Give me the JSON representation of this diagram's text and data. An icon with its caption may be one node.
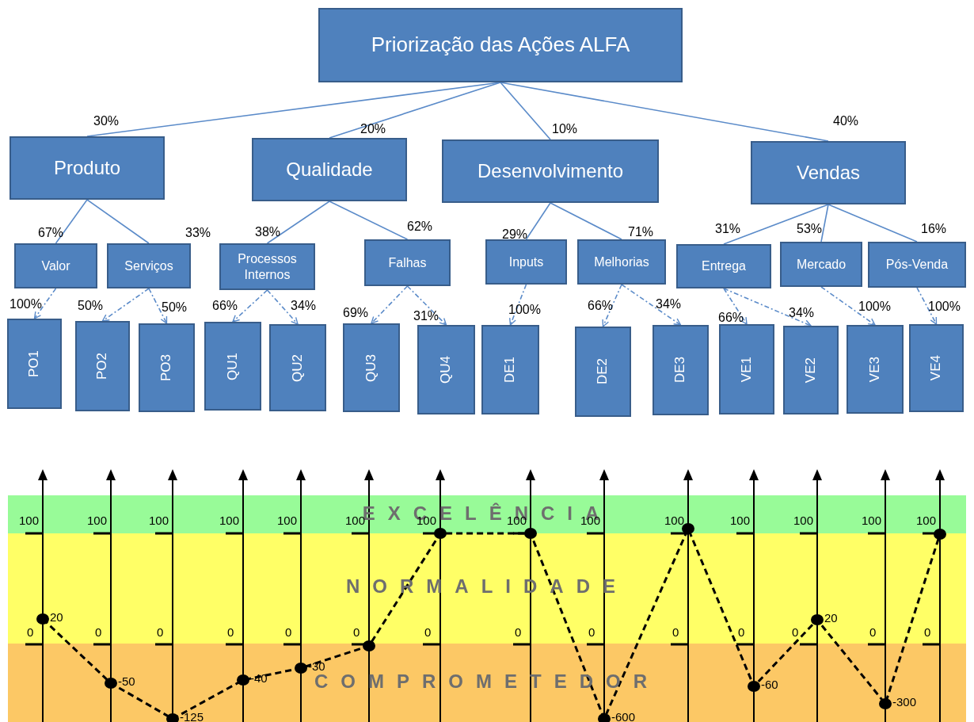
{
  "diagram": {
    "nodes": [
      {
        "text": [
          "Priorização das Ações ALFA"
        ]
      },
      {
        "text": [
          "Produto"
        ]
      },
      {
        "text": [
          "Qualidade"
        ]
      },
      {
        "text": [
          "Desenvolvimento"
        ]
      },
      {
        "text": [
          "Vendas"
        ]
      },
      {
        "text": [
          "Valor"
        ]
      },
      {
        "text": [
          "Serviços"
        ]
      },
      {
        "text": [
          "Processos Internos"
        ]
      },
      {
        "text": [
          "Falhas"
        ]
      },
      {
        "text": [
          "Inputs"
        ]
      },
      {
        "text": [
          "Melhorias"
        ]
      },
      {
        "text": [
          "Entrega"
        ]
      },
      {
        "text": [
          "Mercado"
        ]
      },
      {
        "text": [
          "Pós-Venda"
        ]
      },
      {
        "text": [
          "PO1"
        ]
      },
      {
        "text": [
          "PO2"
        ]
      },
      {
        "text": [
          "PO3"
        ]
      },
      {
        "text": [
          "QU1"
        ]
      },
      {
        "text": [
          "QU2"
        ]
      },
      {
        "text": [
          "QU3"
        ]
      },
      {
        "text": [
          "QU4"
        ]
      },
      {
        "text": [
          "DE1"
        ]
      },
      {
        "text": [
          "DE2"
        ]
      },
      {
        "text": [
          "DE3"
        ]
      },
      {
        "text": [
          "VE1"
        ]
      },
      {
        "text": [
          "VE2"
        ]
      },
      {
        "text": [
          "VE3"
        ]
      },
      {
        "text": [
          "VE4"
        ]
      }
    ],
    "edges": [
      {
        "from": 0,
        "to": 1,
        "arrow": "none",
        "label": "30%"
      },
      {
        "from": 0,
        "to": 2,
        "arrow": "none",
        "label": "20%"
      },
      {
        "from": 0,
        "to": 3,
        "arrow": "none",
        "label": "10%"
      },
      {
        "from": 0,
        "to": 4,
        "arrow": "none",
        "label": "40%"
      },
      {
        "from": 1,
        "to": 5,
        "arrow": "none",
        "label": "67%"
      },
      {
        "from": 1,
        "to": 6,
        "arrow": "none",
        "label": "33%"
      },
      {
        "from": 2,
        "to": 7,
        "arrow": "none",
        "label": "38%"
      },
      {
        "from": 2,
        "to": 8,
        "arrow": "none",
        "label": "62%"
      },
      {
        "from": 3,
        "to": 9,
        "arrow": "none",
        "label": "29%"
      },
      {
        "from": 3,
        "to": 10,
        "arrow": "none",
        "label": "71%"
      },
      {
        "from": 4,
        "to": 11,
        "arrow": "none",
        "label": "31%"
      },
      {
        "from": 4,
        "to": 12,
        "arrow": "none",
        "label": "53%"
      },
      {
        "from": 4,
        "to": 13,
        "arrow": "none",
        "label": "16%"
      },
      {
        "from": 5,
        "to": 14,
        "arrow": "to",
        "style": "dashed",
        "label": "100%"
      },
      {
        "from": 6,
        "to": 15,
        "arrow": "to",
        "style": "dashed",
        "label": "50%"
      },
      {
        "from": 6,
        "to": 16,
        "arrow": "to",
        "style": "dashed",
        "label": "50%"
      },
      {
        "from": 7,
        "to": 17,
        "arrow": "to",
        "style": "dashed",
        "label": "66%"
      },
      {
        "from": 7,
        "to": 18,
        "arrow": "to",
        "style": "dashed",
        "label": "34%"
      },
      {
        "from": 8,
        "to": 19,
        "arrow": "to",
        "style": "dashed",
        "label": "69%"
      },
      {
        "from": 8,
        "to": 20,
        "arrow": "to",
        "style": "dashed",
        "label": "31%"
      },
      {
        "from": 9,
        "to": 21,
        "arrow": "to",
        "style": "dashed",
        "label": "100%"
      },
      {
        "from": 10,
        "to": 22,
        "arrow": "to",
        "style": "dashed",
        "label": "66%"
      },
      {
        "from": 10,
        "to": 23,
        "arrow": "to",
        "style": "dashed",
        "label": "34%"
      },
      {
        "from": 11,
        "to": 24,
        "arrow": "to",
        "style": "dashed",
        "label": "66%"
      },
      {
        "from": 11,
        "to": 25,
        "arrow": "to",
        "style": "dashed",
        "label": "34%"
      },
      {
        "from": 12,
        "to": 26,
        "arrow": "to",
        "style": "dashed",
        "label": "100%"
      },
      {
        "from": 13,
        "to": 27,
        "arrow": "to",
        "style": "dashed",
        "label": "100%"
      }
    ],
    "labels": [
      "EXCELÊNCIA",
      "NORMALIDADE",
      "COMPROMETEDOR",
      "100",
      "100",
      "100",
      "100",
      "100",
      "100",
      "100",
      "100",
      "100",
      "100",
      "100",
      "100",
      "100",
      "100",
      "0",
      "0",
      "0",
      "0",
      "0",
      "0",
      "0",
      "0",
      "0",
      "0",
      "0",
      "0",
      "0",
      "0",
      "20",
      "-50",
      "-125",
      "-40",
      "-30",
      "-600",
      "-60",
      "20",
      "-300"
    ]
  }
}
